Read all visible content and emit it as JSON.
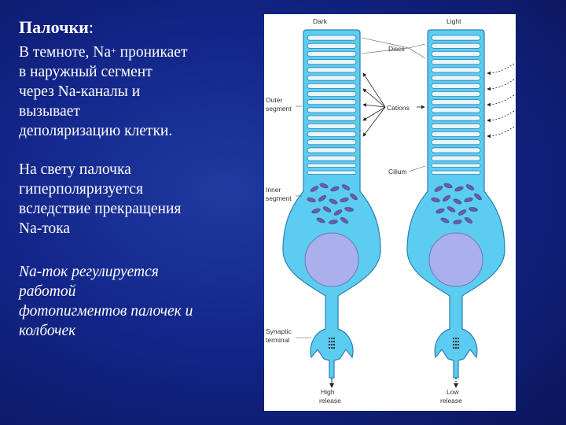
{
  "slide": {
    "title": "Палочки",
    "title_colon": ":",
    "para1": {
      "line1_pre": "В темноте, Na",
      "line1_sup": "+",
      "line1_post": " проникает",
      "line2": "в наружный сегмент",
      "line3": "через Na-каналы и",
      "line4": "вызывает",
      "line5": "деполяризацию клетки."
    },
    "para2": {
      "line1": "На свету палочка",
      "line2": "гиперполяризуется",
      "line3": "вследствие прекращения",
      "line4": "Na-тока"
    },
    "para3": {
      "line1": "Na-ток регулируется",
      "line2": "работой",
      "line3": "фотопигментов палочек и",
      "line4": "колбочек"
    }
  },
  "diagram": {
    "label_dark": "Dark",
    "label_light": "Light",
    "label_discs": "Discs",
    "label_outer1": "Outer",
    "label_outer2": "segment",
    "label_cations": "Cations",
    "label_cilium": "Cilium",
    "label_inner1": "Inner",
    "label_inner2": "segment",
    "label_synaptic1": "Synaptic",
    "label_synaptic2": "terminal",
    "label_high1": "High",
    "label_high2": "release",
    "label_low1": "Low",
    "label_low2": "release",
    "colors": {
      "cell_fill": "#5ccdf0",
      "cell_stroke": "#2a7fb0",
      "disc_fill": "#e8f6fc",
      "nucleus": "#a9b0ec",
      "mito": "#6a5ca8"
    }
  }
}
